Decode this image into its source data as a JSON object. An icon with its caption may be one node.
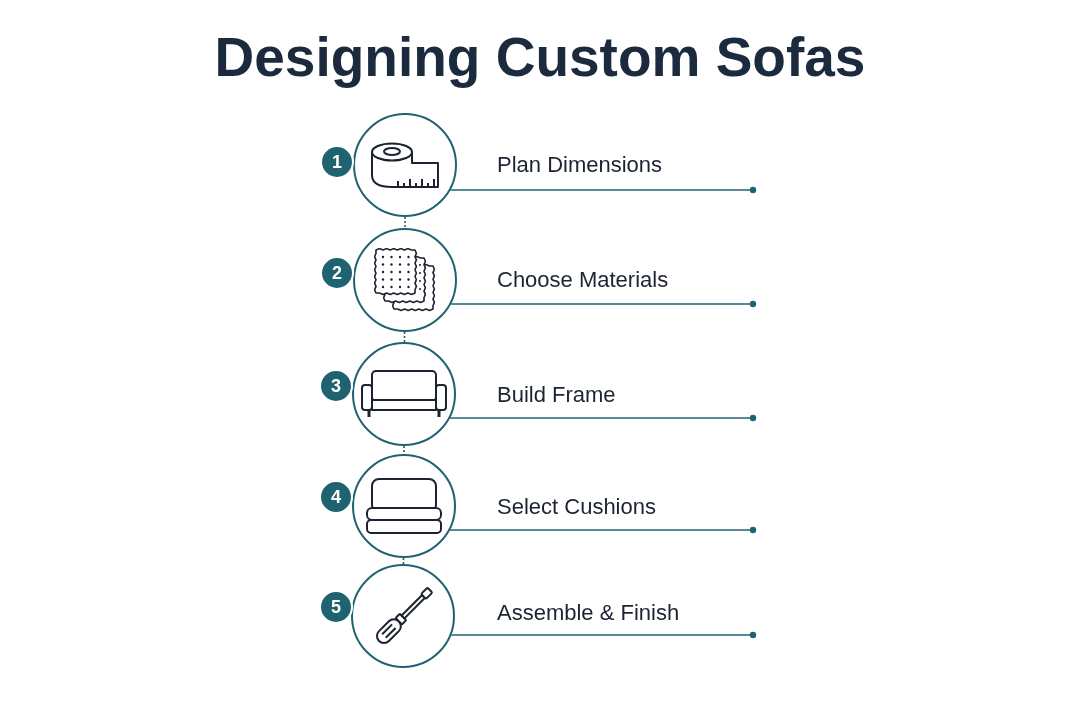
{
  "diagram": {
    "title": "Designing Custom Sofas",
    "nodes": [
      {
        "text": [
          "1"
        ]
      },
      {
        "text": [],
        "shape": "picture",
        "beside": [
          "Plan Dimensions"
        ]
      },
      {
        "text": [
          "2"
        ]
      },
      {
        "text": [],
        "shape": "picture",
        "beside": [
          "Choose Materials"
        ]
      },
      {
        "text": [
          "3"
        ]
      },
      {
        "text": [],
        "shape": "picture",
        "beside": [
          "Build Frame"
        ]
      },
      {
        "text": [
          "4"
        ]
      },
      {
        "text": [],
        "shape": "picture",
        "beside": [
          "Select Cushions"
        ]
      },
      {
        "text": [
          "5"
        ]
      },
      {
        "text": [],
        "shape": "picture",
        "beside": [
          "Assemble & Finish"
        ]
      }
    ],
    "edges": [
      {
        "from": 1,
        "to": 3,
        "arrow": "none",
        "style": "dashed"
      },
      {
        "from": 3,
        "to": 5,
        "arrow": "none",
        "style": "dashed"
      },
      {
        "from": 5,
        "to": 7,
        "arrow": "none",
        "style": "dashed"
      },
      {
        "from": 7,
        "to": 9,
        "arrow": "none",
        "style": "dashed"
      }
    ]
  }
}
